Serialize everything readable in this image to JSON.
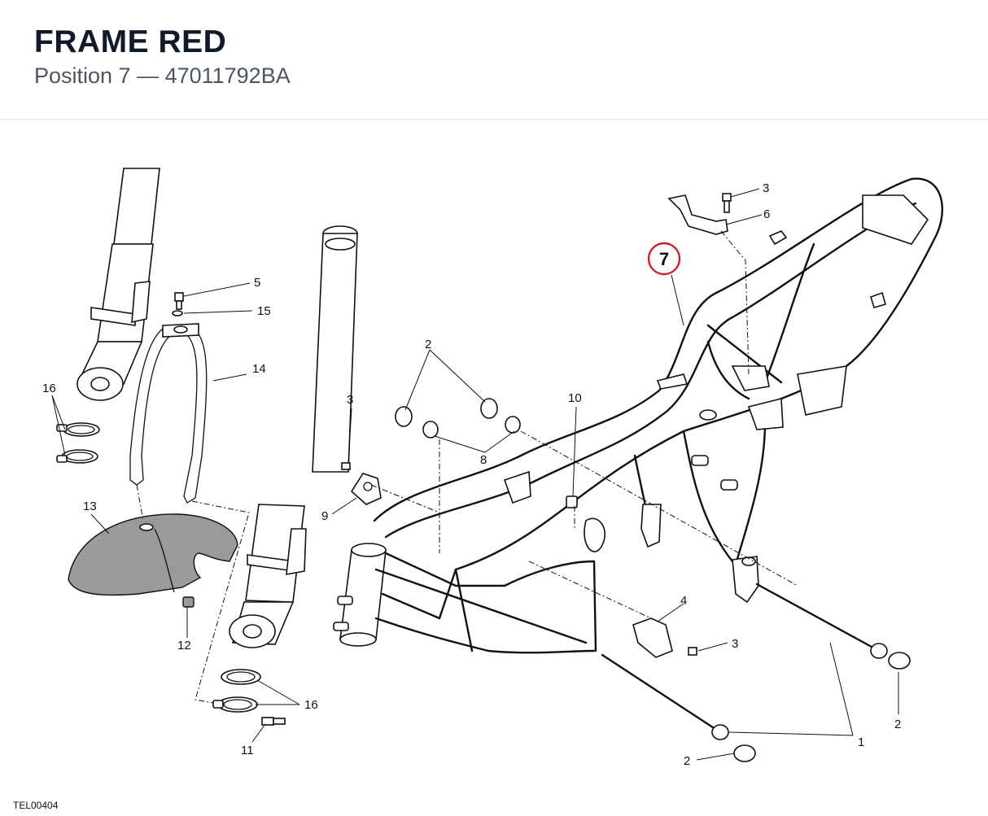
{
  "header": {
    "title": "FRAME RED",
    "subtitle": "Position 7 — 47011792BA"
  },
  "diagram": {
    "code": "TEL00404",
    "highlight": {
      "label": "7",
      "color": "#d0202a"
    },
    "callouts": {
      "c1": "1",
      "c2a": "2",
      "c2b": "2",
      "c2c": "2",
      "c3a": "3",
      "c3b": "3",
      "c3c": "3",
      "c4": "4",
      "c5": "5",
      "c6": "6",
      "c8": "8",
      "c9": "9",
      "c10": "10",
      "c11": "11",
      "c12": "12",
      "c13": "13",
      "c14": "14",
      "c15": "15",
      "c16a": "16",
      "c16b": "16"
    }
  }
}
